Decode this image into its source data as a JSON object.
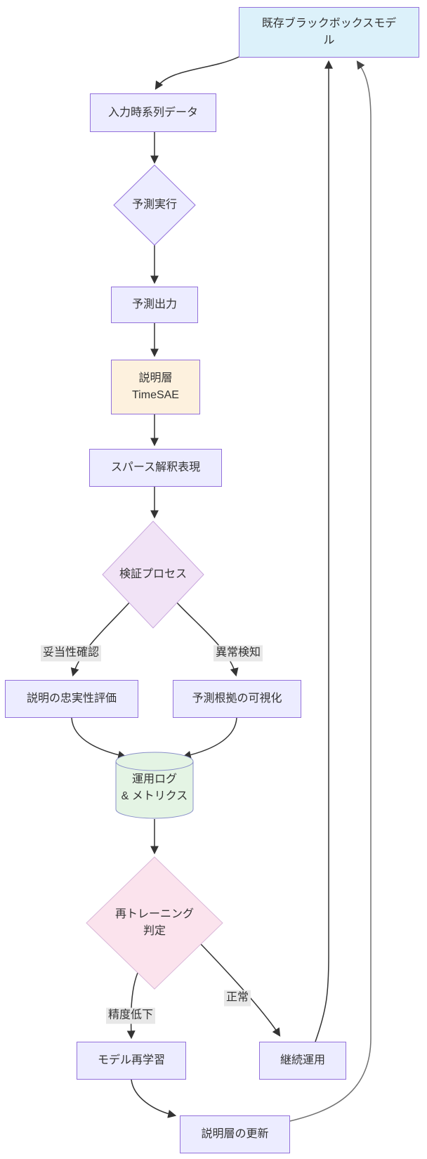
{
  "diagram": {
    "nodes": {
      "blackbox": {
        "label": "既存ブラックボックスモデ\nル"
      },
      "input": {
        "label": "入力時系列データ"
      },
      "predict_exec": {
        "label": "予測実行"
      },
      "predict_output": {
        "label": "予測出力"
      },
      "explain_layer": {
        "label": "説明層\nTimeSAE"
      },
      "sparse": {
        "label": "スパース解釈表現"
      },
      "verify": {
        "label": "検証プロセス"
      },
      "faithfulness": {
        "label": "説明の忠実性評価"
      },
      "visualization": {
        "label": "予測根拠の可視化"
      },
      "logs": {
        "label": "運用ログ\n& メトリクス"
      },
      "retrain_decision": {
        "label": "再トレーニング\n判定"
      },
      "retrain": {
        "label": "モデル再学習"
      },
      "continue_op": {
        "label": "継続運用"
      },
      "update": {
        "label": "説明層の更新"
      }
    },
    "edge_labels": {
      "validity": "妥当性確認",
      "anomaly": "異常検知",
      "degradation": "精度低下",
      "normal": "正常"
    },
    "colors": {
      "node_fill": "#ececff",
      "node_border": "#9370db",
      "blackbox_fill": "#dcf1fa",
      "explain_fill": "#fdf1de",
      "verify_diamond_fill": "#f1e3f6",
      "decision_diamond_fill": "#fbe3ed",
      "logs_fill": "#e4f4e4",
      "edge_label_bg": "#e8e8e8",
      "edge_color": "#333333",
      "text_color": "#333333"
    }
  }
}
